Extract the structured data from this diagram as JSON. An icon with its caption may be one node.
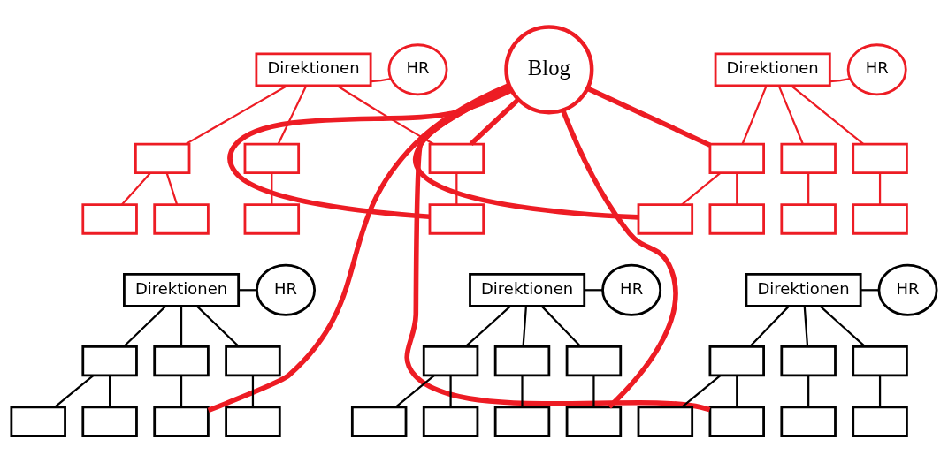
{
  "diagram": {
    "nodes": [
      {
        "text": [
          "Blog"
        ]
      },
      {
        "text": [
          "Direktionen"
        ]
      },
      {
        "text": [
          "HR"
        ]
      },
      {
        "text": [],
        "shape": "box"
      },
      {
        "text": [],
        "shape": "box"
      },
      {
        "text": [],
        "shape": "box"
      },
      {
        "text": [],
        "shape": "box"
      },
      {
        "text": [],
        "shape": "box"
      },
      {
        "text": [],
        "shape": "box"
      },
      {
        "text": [],
        "shape": "box"
      },
      {
        "text": [
          "Direktionen"
        ]
      },
      {
        "text": [
          "HR"
        ]
      },
      {
        "text": [],
        "shape": "box"
      },
      {
        "text": [],
        "shape": "box"
      },
      {
        "text": [],
        "shape": "box"
      },
      {
        "text": [],
        "shape": "box"
      },
      {
        "text": [],
        "shape": "box"
      },
      {
        "text": [],
        "shape": "box"
      },
      {
        "text": [],
        "shape": "box"
      },
      {
        "text": [
          "Direktionen"
        ]
      },
      {
        "text": [
          "HR"
        ]
      },
      {
        "text": [],
        "shape": "box"
      },
      {
        "text": [],
        "shape": "box"
      },
      {
        "text": [],
        "shape": "box"
      },
      {
        "text": [],
        "shape": "box"
      },
      {
        "text": [],
        "shape": "box"
      },
      {
        "text": [],
        "shape": "box"
      },
      {
        "text": [],
        "shape": "box"
      },
      {
        "text": [
          "Direktionen"
        ]
      },
      {
        "text": [
          "HR"
        ]
      },
      {
        "text": [],
        "shape": "box"
      },
      {
        "text": [],
        "shape": "box"
      },
      {
        "text": [],
        "shape": "box"
      },
      {
        "text": [],
        "shape": "box"
      },
      {
        "text": [],
        "shape": "box"
      },
      {
        "text": [],
        "shape": "box"
      },
      {
        "text": [],
        "shape": "box"
      },
      {
        "text": [
          "Direktionen"
        ]
      },
      {
        "text": [
          "HR"
        ]
      },
      {
        "text": [],
        "shape": "box"
      },
      {
        "text": [],
        "shape": "box"
      },
      {
        "text": [],
        "shape": "box"
      },
      {
        "text": [],
        "shape": "box"
      },
      {
        "text": [],
        "shape": "box"
      },
      {
        "text": [],
        "shape": "box"
      },
      {
        "text": [],
        "shape": "box"
      }
    ],
    "edges": [
      {
        "from": 1,
        "to": 2,
        "arrow": "none",
        "color": "#ed1c24"
      },
      {
        "from": 1,
        "to": 3,
        "arrow": "none",
        "color": "#ed1c24"
      },
      {
        "from": 1,
        "to": 4,
        "arrow": "none",
        "color": "#ed1c24"
      },
      {
        "from": 1,
        "to": 5,
        "arrow": "none",
        "color": "#ed1c24"
      },
      {
        "from": 3,
        "to": 6,
        "arrow": "none",
        "color": "#ed1c24"
      },
      {
        "from": 3,
        "to": 7,
        "arrow": "none",
        "color": "#ed1c24"
      },
      {
        "from": 4,
        "to": 8,
        "arrow": "none",
        "color": "#ed1c24"
      },
      {
        "from": 5,
        "to": 9,
        "arrow": "none",
        "color": "#ed1c24"
      },
      {
        "from": 10,
        "to": 11,
        "arrow": "none",
        "color": "#ed1c24"
      },
      {
        "from": 10,
        "to": 12,
        "arrow": "none",
        "color": "#ed1c24"
      },
      {
        "from": 10,
        "to": 13,
        "arrow": "none",
        "color": "#ed1c24"
      },
      {
        "from": 10,
        "to": 14,
        "arrow": "none",
        "color": "#ed1c24"
      },
      {
        "from": 12,
        "to": 15,
        "arrow": "none",
        "color": "#ed1c24"
      },
      {
        "from": 12,
        "to": 16,
        "arrow": "none",
        "color": "#ed1c24"
      },
      {
        "from": 13,
        "to": 17,
        "arrow": "none",
        "color": "#ed1c24"
      },
      {
        "from": 14,
        "to": 18,
        "arrow": "none",
        "color": "#ed1c24"
      },
      {
        "from": 19,
        "to": 20,
        "arrow": "none"
      },
      {
        "from": 19,
        "to": 21,
        "arrow": "none"
      },
      {
        "from": 19,
        "to": 22,
        "arrow": "none"
      },
      {
        "from": 19,
        "to": 23,
        "arrow": "none"
      },
      {
        "from": 21,
        "to": 24,
        "arrow": "none"
      },
      {
        "from": 21,
        "to": 25,
        "arrow": "none"
      },
      {
        "from": 22,
        "to": 26,
        "arrow": "none"
      },
      {
        "from": 23,
        "to": 27,
        "arrow": "none"
      },
      {
        "from": 28,
        "to": 29,
        "arrow": "none"
      },
      {
        "from": 28,
        "to": 30,
        "arrow": "none"
      },
      {
        "from": 28,
        "to": 31,
        "arrow": "none"
      },
      {
        "from": 28,
        "to": 32,
        "arrow": "none"
      },
      {
        "from": 30,
        "to": 33,
        "arrow": "none"
      },
      {
        "from": 30,
        "to": 34,
        "arrow": "none"
      },
      {
        "from": 31,
        "to": 35,
        "arrow": "none"
      },
      {
        "from": 32,
        "to": 36,
        "arrow": "none"
      },
      {
        "from": 37,
        "to": 38,
        "arrow": "none"
      },
      {
        "from": 37,
        "to": 39,
        "arrow": "none"
      },
      {
        "from": 37,
        "to": 40,
        "arrow": "none"
      },
      {
        "from": 37,
        "to": 41,
        "arrow": "none"
      },
      {
        "from": 39,
        "to": 42,
        "arrow": "none"
      },
      {
        "from": 39,
        "to": 43,
        "arrow": "none"
      },
      {
        "from": 40,
        "to": 44,
        "arrow": "none"
      },
      {
        "from": 41,
        "to": 45,
        "arrow": "none"
      },
      {
        "from": 0,
        "to": 5,
        "arrow": "none",
        "style": "thick",
        "color": "#ed1c24"
      },
      {
        "from": 0,
        "to": 9,
        "arrow": "none",
        "style": "thick",
        "color": "#ed1c24"
      },
      {
        "from": 0,
        "to": 12,
        "arrow": "none",
        "style": "thick",
        "color": "#ed1c24"
      },
      {
        "from": 0,
        "to": 15,
        "arrow": "none",
        "style": "thick",
        "color": "#ed1c24"
      },
      {
        "from": 0,
        "to": 27,
        "arrow": "none",
        "style": "thick",
        "color": "#ed1c24"
      },
      {
        "from": 0,
        "to": 34,
        "arrow": "none",
        "style": "thick",
        "color": "#ed1c24"
      },
      {
        "from": 0,
        "to": 45,
        "arrow": "none",
        "style": "thick",
        "color": "#ed1c24"
      }
    ]
  }
}
